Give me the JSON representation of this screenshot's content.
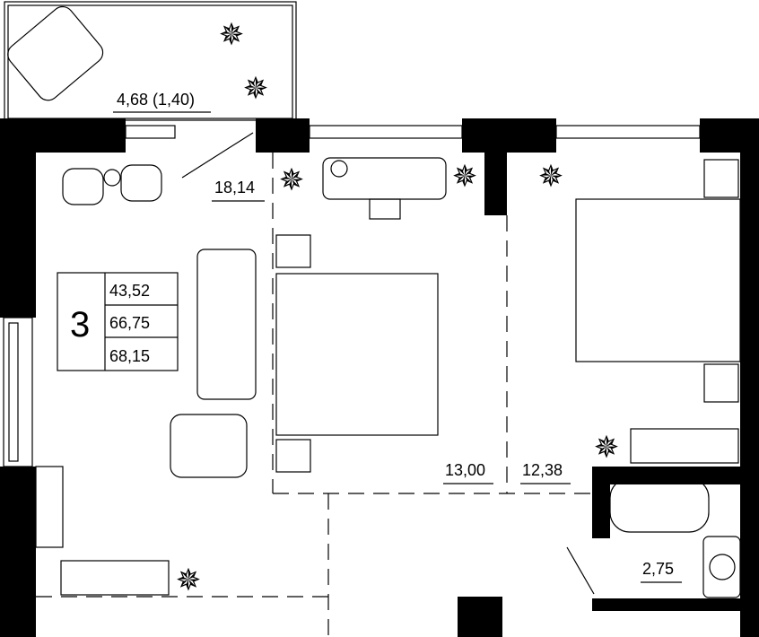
{
  "rooms": {
    "balcony": "4,68 (1,40)",
    "living": "18,14",
    "bedroom1": "13,00",
    "bedroom2": "12,38",
    "bathroom": "2,75"
  },
  "summary": {
    "rooms_count": "3",
    "living_area": "43,52",
    "total_area": "66,75",
    "total_with_balcony": "68,15"
  },
  "colors": {
    "wall": "#000000",
    "background": "#ffffff"
  }
}
